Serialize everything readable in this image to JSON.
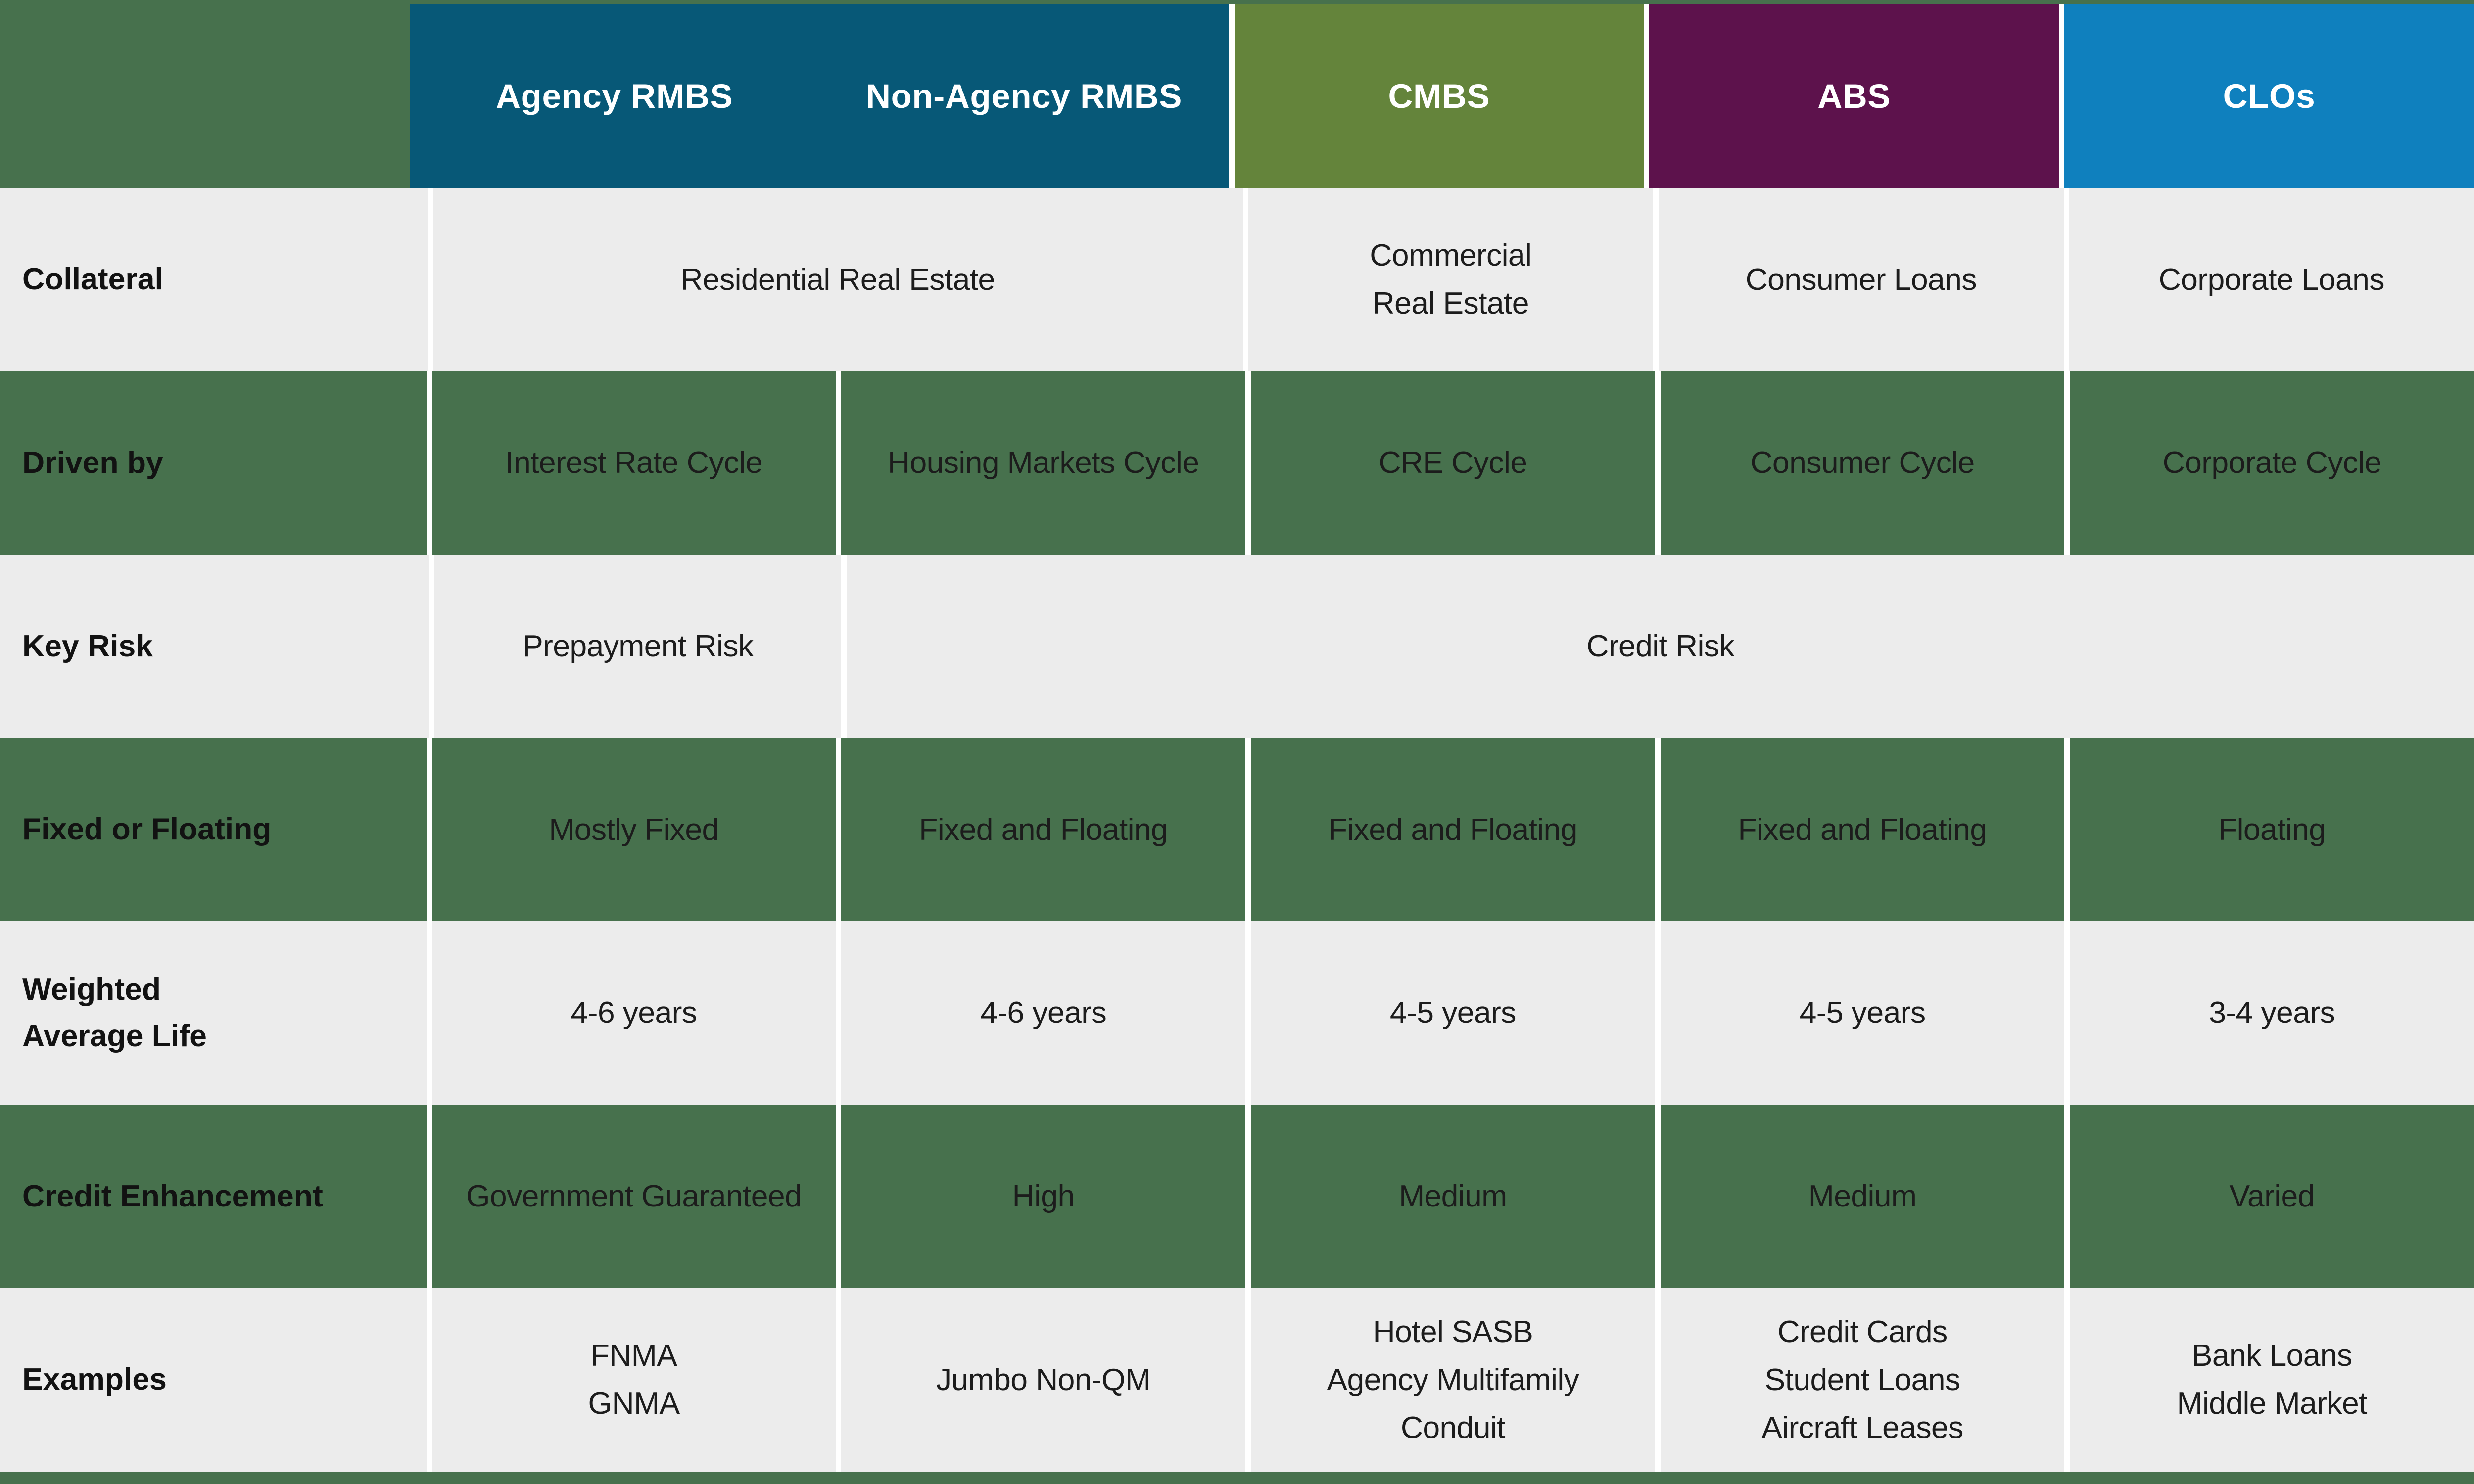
{
  "colors": {
    "background_green": "#47714D",
    "row_gray": "#ECECEC",
    "header_rmbs_navy": "#075877",
    "header_cmbs_olive": "#64843B",
    "header_abs_purple": "#5D124C",
    "header_clos_blue": "#0F80BE",
    "gutter_white": "#FFFFFF",
    "header_text": "#FFFFFF",
    "body_text": "#1C1C1C"
  },
  "header": {
    "agency_rmbs": "Agency RMBS",
    "non_agency_rmbs": "Non-Agency RMBS",
    "cmbs": "CMBS",
    "abs": "ABS",
    "clos": "CLOs"
  },
  "rows": {
    "collateral": {
      "label": "Collateral",
      "residential": "Residential Real Estate",
      "commercial_line1": "Commercial",
      "commercial_line2": "Real Estate",
      "abs": "Consumer Loans",
      "clos": "Corporate Loans"
    },
    "driven_by": {
      "label": "Driven by",
      "agency": "Interest Rate Cycle",
      "non_agency": "Housing Markets Cycle",
      "cmbs": "CRE Cycle",
      "abs": "Consumer Cycle",
      "clos": "Corporate Cycle"
    },
    "key_risk": {
      "label": "Key Risk",
      "agency": "Prepayment Risk",
      "credit": "Credit Risk"
    },
    "fixed_or_floating": {
      "label": "Fixed or Floating",
      "agency": "Mostly Fixed",
      "non_agency": "Fixed and Floating",
      "cmbs": "Fixed and Floating",
      "abs": "Fixed and Floating",
      "clos": "Floating"
    },
    "weighted_average_life": {
      "label_line1": "Weighted",
      "label_line2": "Average Life",
      "agency": "4-6 years",
      "non_agency": "4-6 years",
      "cmbs": "4-5 years",
      "abs": "4-5 years",
      "clos": "3-4 years"
    },
    "credit_enhancement": {
      "label": "Credit Enhancement",
      "agency": "Government Guaranteed",
      "non_agency": "High",
      "cmbs": "Medium",
      "abs": "Medium",
      "clos": "Varied"
    },
    "examples": {
      "label": "Examples",
      "agency_line1": "FNMA",
      "agency_line2": "GNMA",
      "non_agency": "Jumbo Non-QM",
      "cmbs_line1": "Hotel SASB",
      "cmbs_line2": "Agency Multifamily",
      "cmbs_line3": "Conduit",
      "abs_line1": "Credit Cards",
      "abs_line2": "Student Loans",
      "abs_line3": "Aircraft Leases",
      "clos_line1": "Bank Loans",
      "clos_line2": "Middle Market"
    }
  },
  "chart_data": {
    "type": "table",
    "columns": [
      "",
      "Agency RMBS",
      "Non-Agency RMBS",
      "CMBS",
      "ABS",
      "CLOs"
    ],
    "rows": [
      [
        "Collateral",
        "Residential Real Estate",
        "Residential Real Estate",
        "Commercial Real Estate",
        "Consumer Loans",
        "Corporate Loans"
      ],
      [
        "Driven by",
        "Interest Rate Cycle",
        "Housing Markets Cycle",
        "CRE Cycle",
        "Consumer Cycle",
        "Corporate Cycle"
      ],
      [
        "Key Risk",
        "Prepayment Risk",
        "Credit Risk",
        "Credit Risk",
        "Credit Risk",
        "Credit Risk"
      ],
      [
        "Fixed or Floating",
        "Mostly Fixed",
        "Fixed and Floating",
        "Fixed and Floating",
        "Fixed and Floating",
        "Floating"
      ],
      [
        "Weighted Average Life",
        "4-6 years",
        "4-6 years",
        "4-5 years",
        "4-5 years",
        "3-4 years"
      ],
      [
        "Credit Enhancement",
        "Government Guaranteed",
        "High",
        "Medium",
        "Medium",
        "Varied"
      ],
      [
        "Examples",
        "FNMA GNMA",
        "Jumbo Non-QM",
        "Hotel SASB Agency Multifamily Conduit",
        "Credit Cards Student Loans Aircraft Leases",
        "Bank Loans Middle Market"
      ]
    ],
    "merged_cells": [
      {
        "row": "Collateral",
        "span_columns": [
          "Agency RMBS",
          "Non-Agency RMBS"
        ],
        "value": "Residential Real Estate"
      },
      {
        "row": "Key Risk",
        "span_columns": [
          "Non-Agency RMBS",
          "CMBS",
          "ABS",
          "CLOs"
        ],
        "value": "Credit Risk"
      }
    ],
    "title": "",
    "legend_position": "none",
    "grid": "white gutters between cells, alternating gray/green row bands"
  }
}
